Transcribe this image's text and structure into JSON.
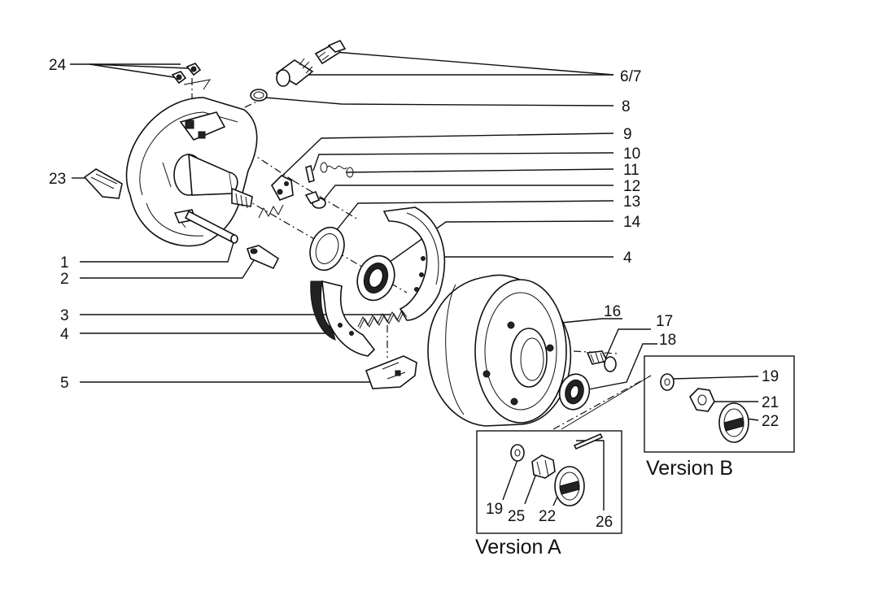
{
  "labels": {
    "l24": "24",
    "l67": "6/7",
    "l8": "8",
    "l9": "9",
    "l10": "10",
    "l11": "11",
    "l12": "12",
    "l13": "13",
    "l14": "14",
    "l4a": "4",
    "l23": "23",
    "l1": "1",
    "l2": "2",
    "l3": "3",
    "l4b": "4",
    "l5": "5",
    "l16": "16",
    "l17": "17",
    "l18": "18",
    "l19b": "19",
    "l21": "21",
    "l22b": "22",
    "l19a": "19",
    "l25": "25",
    "l22a": "22",
    "l26": "26"
  },
  "captions": {
    "version_a": "Version A",
    "version_b": "Version B"
  }
}
